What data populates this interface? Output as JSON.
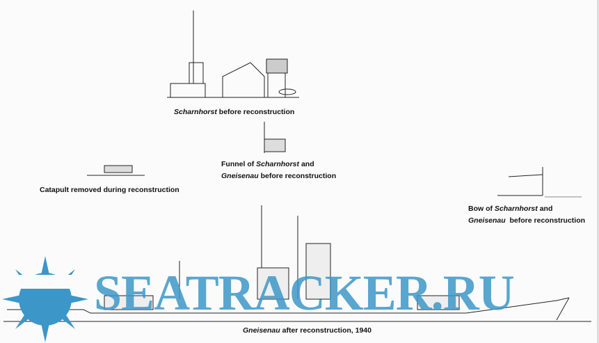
{
  "captions": {
    "scharnhorst_before": {
      "italic": "Scharnhorst",
      "rest": " before reconstruction"
    },
    "funnel": {
      "line1_prefix": "Funnel of ",
      "line1_italic": "Scharnhorst",
      "line1_suffix": " and",
      "line2_italic": "Gneisenau",
      "line2_rest": " before reconstruction"
    },
    "catapult": "Catapult removed during reconstruction",
    "bow": {
      "line1_prefix": "Bow of ",
      "line1_italic": "Scharnhorst",
      "line1_suffix": " and",
      "line2_italic": "Gneisenau",
      "line2_rest": "  before reconstruction"
    },
    "gneisenau_after": {
      "italic": "Gneisenau",
      "rest": " after reconstruction, 1940"
    }
  },
  "watermark": {
    "text": "SEATRACKER.RU",
    "color": "#3c96c8"
  }
}
